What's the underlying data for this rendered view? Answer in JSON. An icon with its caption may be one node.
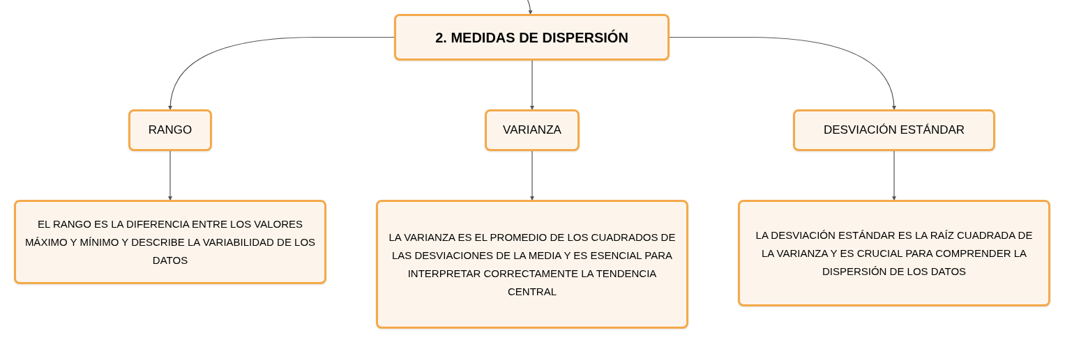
{
  "diagram": {
    "nodes": [
      {
        "text": [
          "2. MEDIDAS DE DISPERSIÓN"
        ]
      },
      {
        "text": [
          "RANGO"
        ]
      },
      {
        "text": [
          "VARIANZA"
        ]
      },
      {
        "text": [
          "DESVIACIÓN ESTÁNDAR"
        ]
      },
      {
        "text": [
          "EL RANGO ES LA DIFERENCIA ENTRE LOS VALORES MÁXIMO Y MÍNIMO Y DESCRIBE LA VARIABILIDAD DE LOS DATOS"
        ]
      },
      {
        "text": [
          "LA VARIANZA ES EL PROMEDIO DE LOS CUADRADOS DE LAS DESVIACIONES DE LA MEDIA Y ES ESENCIAL PARA INTERPRETAR CORRECTAMENTE LA TENDENCIA CENTRAL"
        ]
      },
      {
        "text": [
          "LA DESVIACIÓN ESTÁNDAR ES LA RAÍZ CUADRADA DE LA VARIANZA Y ES CRUCIAL PARA COMPRENDER LA DISPERSIÓN DE LOS DATOS"
        ]
      }
    ],
    "edges": [
      {
        "from": null,
        "to": 0,
        "arrow": "to"
      },
      {
        "from": 0,
        "to": 1,
        "arrow": "to"
      },
      {
        "from": 0,
        "to": 2,
        "arrow": "to"
      },
      {
        "from": 0,
        "to": 3,
        "arrow": "to"
      },
      {
        "from": 1,
        "to": 4,
        "arrow": "to"
      },
      {
        "from": 2,
        "to": 5,
        "arrow": "to"
      },
      {
        "from": 3,
        "to": 6,
        "arrow": "to"
      }
    ]
  }
}
